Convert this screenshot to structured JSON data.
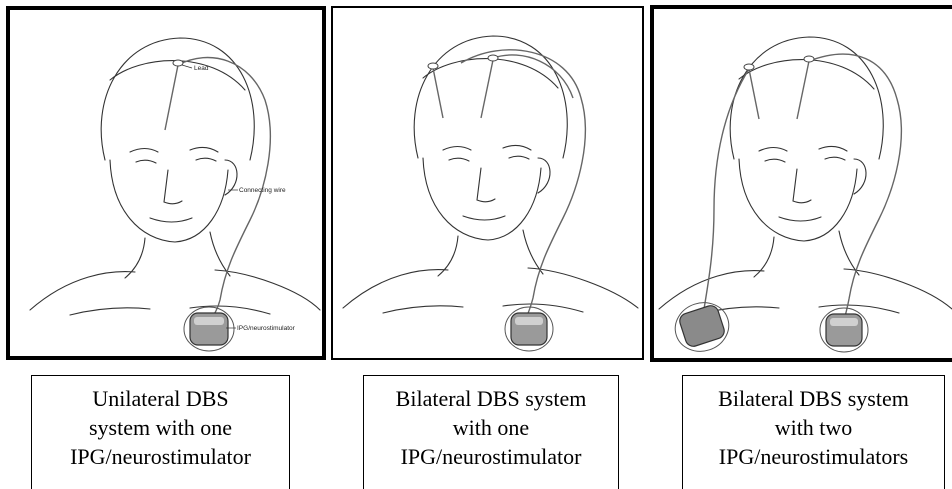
{
  "panels": [
    {
      "caption_lines": [
        "Unilateral DBS",
        "system with one",
        "IPG/neurostimulator"
      ],
      "callouts": {
        "lead": "Lead",
        "wire": "Connecting wire",
        "ipg": "IPG/neurostimulator"
      }
    },
    {
      "caption_lines": [
        "Bilateral DBS system",
        "with one",
        "IPG/neurostimulator"
      ]
    },
    {
      "caption_lines": [
        "Bilateral DBS system",
        "with two",
        "IPG/neurostimulators"
      ]
    }
  ]
}
